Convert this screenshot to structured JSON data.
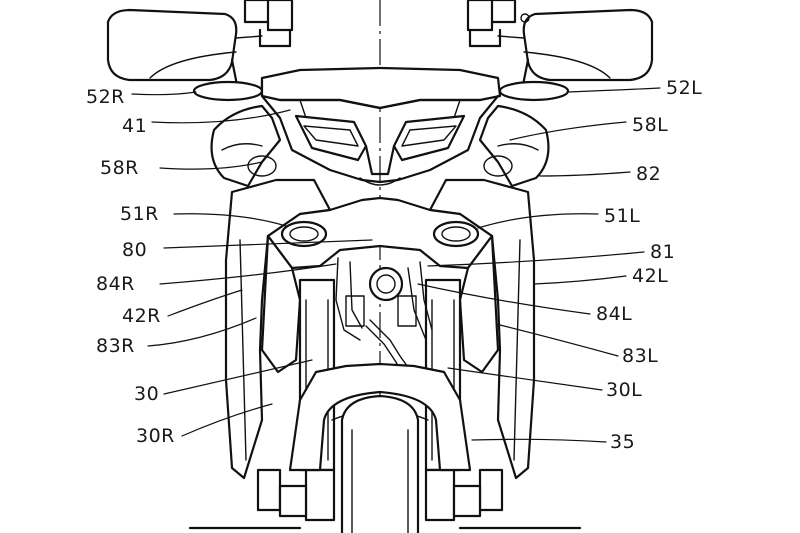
{
  "figure": {
    "subject": "motorcycle front view patent drawing",
    "colors": {
      "ink": "#111111",
      "background": "#ffffff"
    }
  },
  "labels": {
    "l52R": "52R",
    "l52L": "52L",
    "l41": "41",
    "l58L": "58L",
    "l58R": "58R",
    "l82": "82",
    "l51R": "51R",
    "l51L": "51L",
    "l80": "80",
    "l81": "81",
    "l84R": "84R",
    "l42L": "42L",
    "l42R": "42R",
    "l84L": "84L",
    "l83R": "83R",
    "l83L": "83L",
    "l30": "30",
    "l30L": "30L",
    "l30R": "30R",
    "l35": "35"
  }
}
